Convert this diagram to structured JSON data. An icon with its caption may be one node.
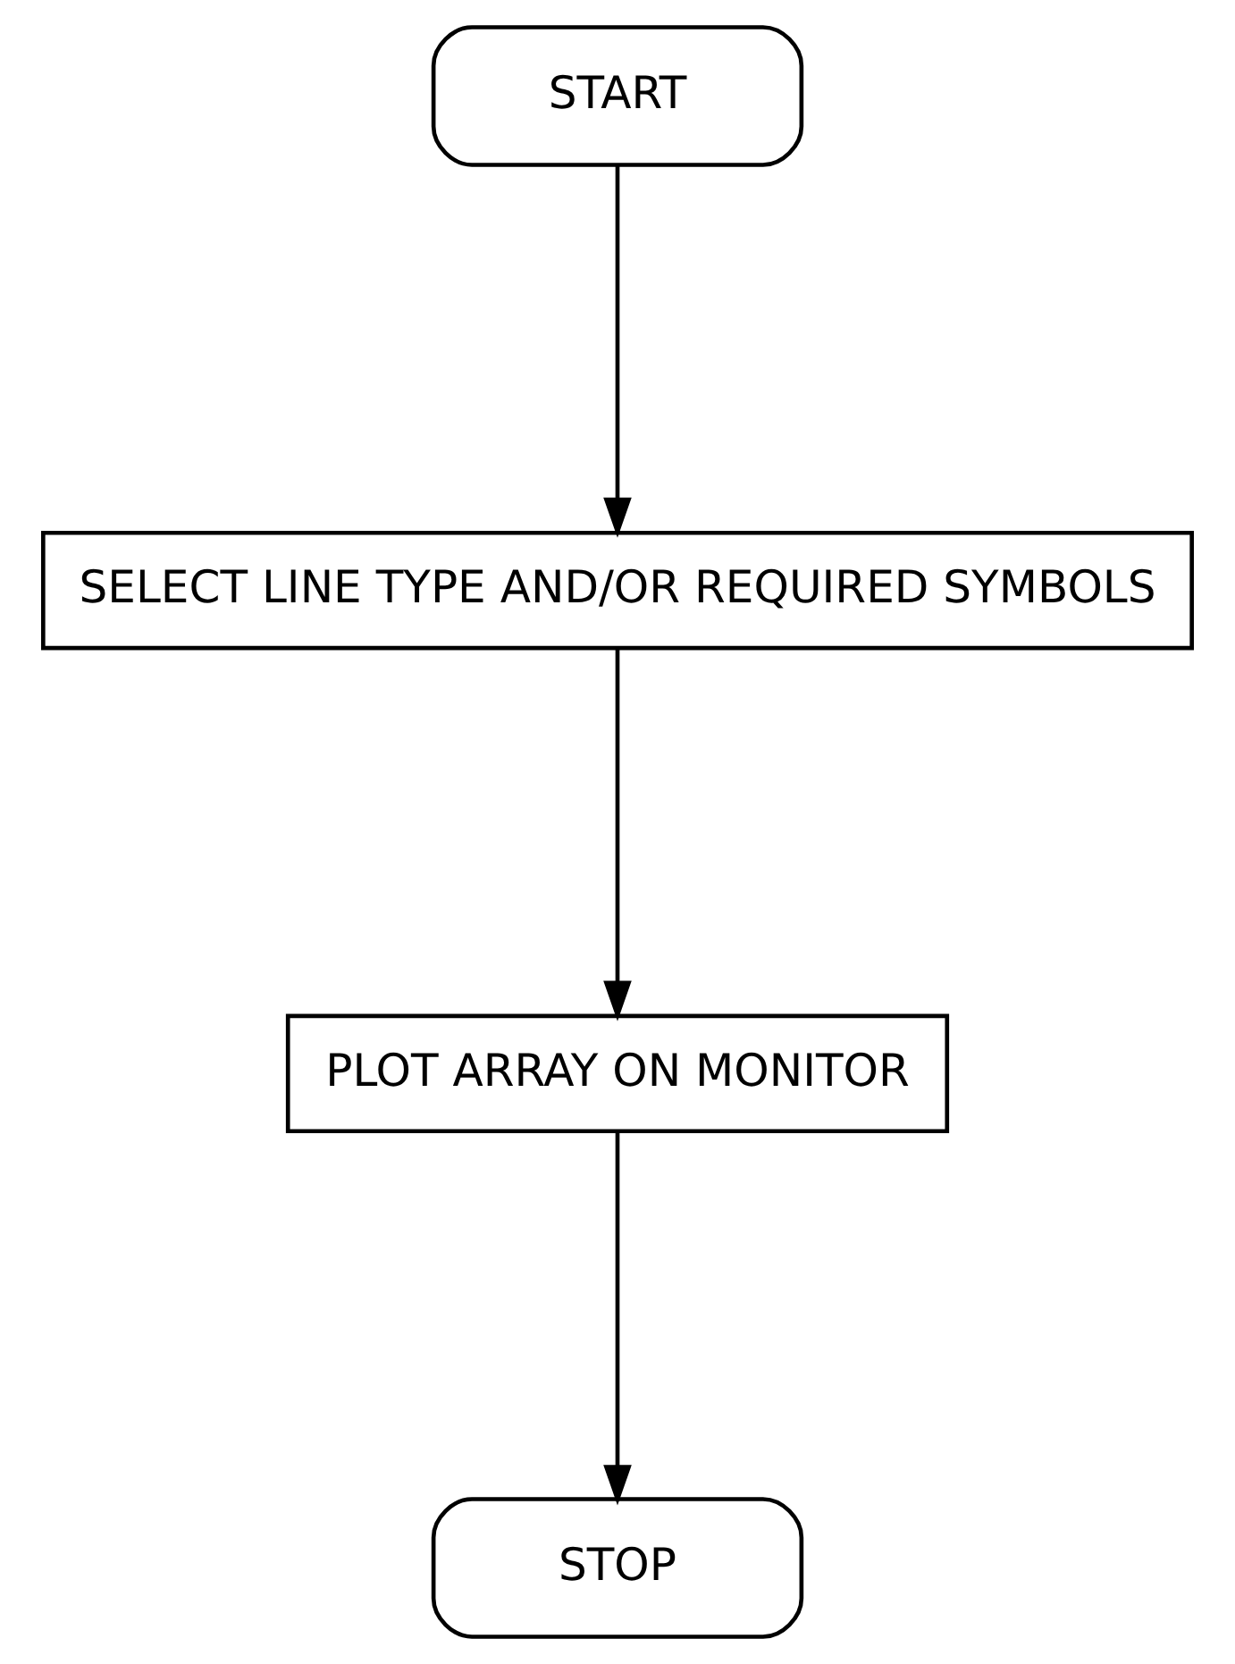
{
  "diagram": {
    "nodes": [
      {
        "text": [
          "START"
        ]
      },
      {
        "text": [
          "SELECT LINE TYPE AND/OR REQUIRED SYMBOLS"
        ]
      },
      {
        "text": [
          "PLOT ARRAY ON MONITOR"
        ]
      },
      {
        "text": [
          "STOP"
        ]
      }
    ],
    "edges": [
      {
        "from": 0,
        "to": 1,
        "arrow": "to"
      },
      {
        "from": 1,
        "to": 2,
        "arrow": "to"
      },
      {
        "from": 2,
        "to": 3,
        "arrow": "to"
      }
    ]
  }
}
